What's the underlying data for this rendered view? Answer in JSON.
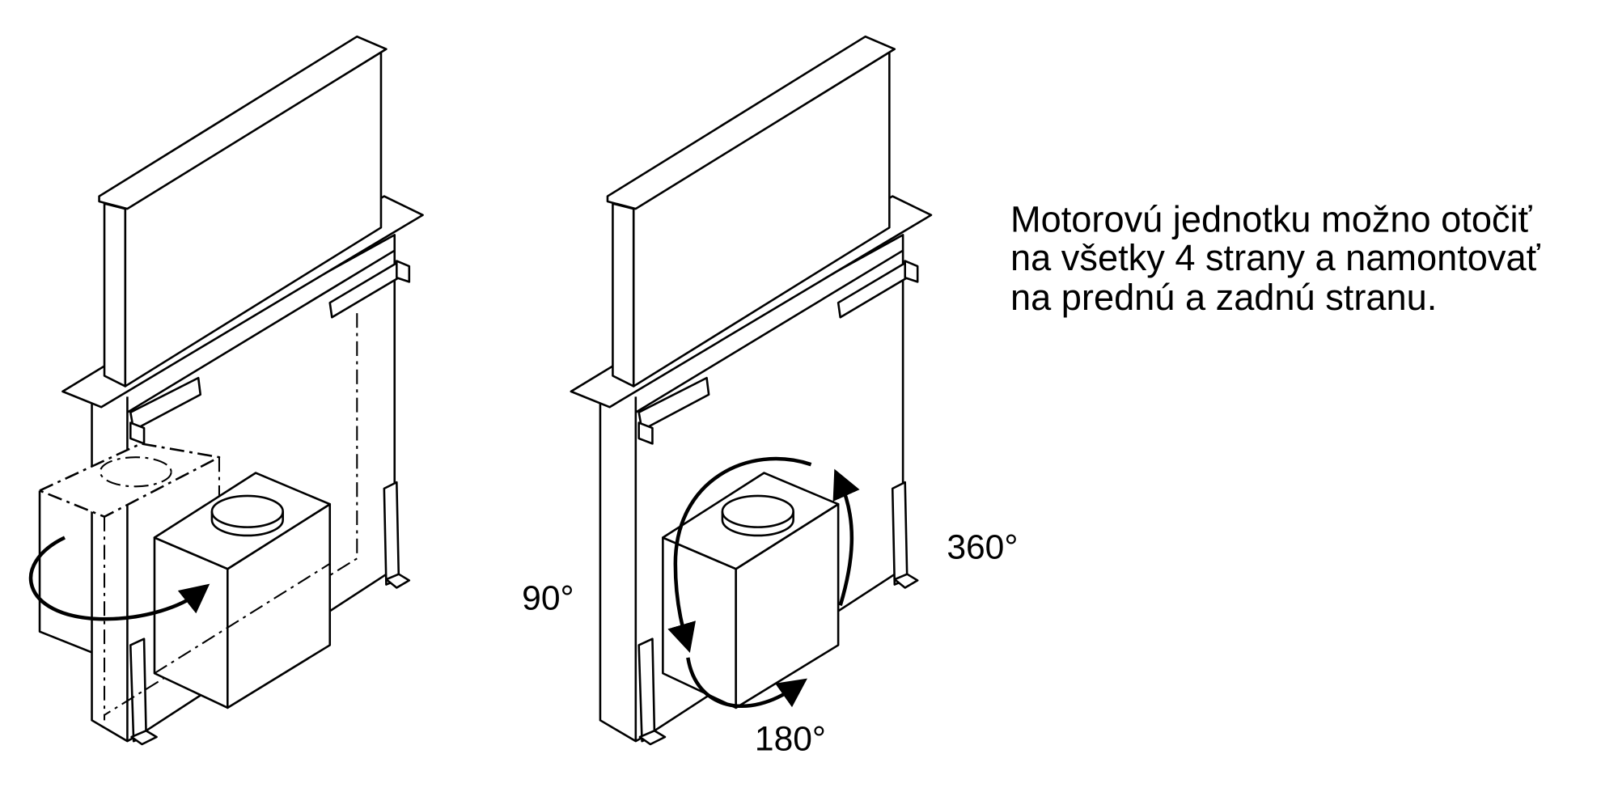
{
  "description_text": {
    "lines": [
      "Motorovú jednotku možno otočiť",
      "na všetky 4 strany a namontovať",
      "na prednú a zadnú stranu."
    ]
  },
  "angle_labels": {
    "a90": "90°",
    "a360": "360°",
    "a180": "180°"
  }
}
